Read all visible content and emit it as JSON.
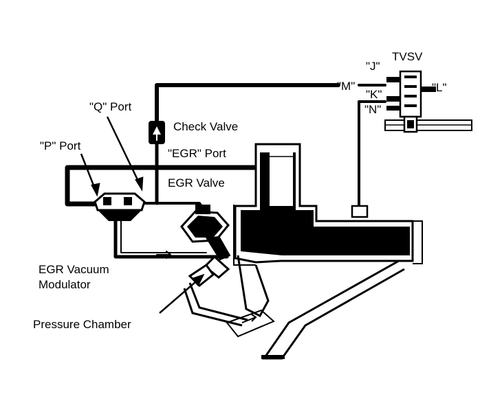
{
  "labels": {
    "tvsv": "TVSV",
    "port_j": "\"J\"",
    "port_l": "\"L\"",
    "port_m": "\"M\"",
    "port_k": "\"K\"",
    "port_n": "\"N\"",
    "q_port": "\"Q\" Port",
    "check_valve": "Check Valve",
    "p_port": "\"P\" Port",
    "egr_port": "\"EGR\" Port",
    "egr_valve": "EGR Valve",
    "egr_vacuum_modulator_line1": "EGR Vacuum",
    "egr_vacuum_modulator_line2": "Modulator",
    "pressure_chamber": "Pressure Chamber"
  }
}
